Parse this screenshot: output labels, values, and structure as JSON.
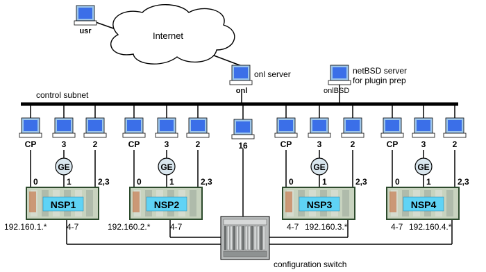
{
  "cloud": {
    "label": "Internet"
  },
  "user": {
    "label": "usr"
  },
  "onl_server": {
    "name": "onl server",
    "host": "onl"
  },
  "netbsd_server": {
    "line1": "netBSD server",
    "line2": "for plugin prep",
    "host": "onlBSD"
  },
  "control_subnet": {
    "label": "control subnet"
  },
  "center_pc": {
    "label": "16"
  },
  "switch": {
    "label": "configuration switch"
  },
  "nsps": [
    {
      "name": "NSP1",
      "pcs": [
        "CP",
        "3",
        "2"
      ],
      "ports": [
        "0",
        "1",
        "2,3"
      ],
      "hub": "GE",
      "addr": "192.160.1.*",
      "sw_ports": "4-7"
    },
    {
      "name": "NSP2",
      "pcs": [
        "CP",
        "3",
        "2"
      ],
      "ports": [
        "0",
        "1",
        "2,3"
      ],
      "hub": "GE",
      "addr": "192.160.2.*",
      "sw_ports": "4-7"
    },
    {
      "name": "NSP3",
      "pcs": [
        "CP",
        "3",
        "2"
      ],
      "ports": [
        "0",
        "1",
        "2,3"
      ],
      "hub": "GE",
      "addr": "192.160.3.*",
      "sw_ports": "4-7"
    },
    {
      "name": "NSP4",
      "pcs": [
        "CP",
        "3",
        "2"
      ],
      "ports": [
        "0",
        "1",
        "2,3"
      ],
      "hub": "GE",
      "addr": "192.160.4.*",
      "sw_ports": "4-7"
    }
  ],
  "colors": {
    "screen": "#3b6fe8",
    "screen_bezel": "#9ec6ea",
    "label_box": "#5fd3f5",
    "hub_fill": "#d9e6ee",
    "line": "#000000"
  }
}
